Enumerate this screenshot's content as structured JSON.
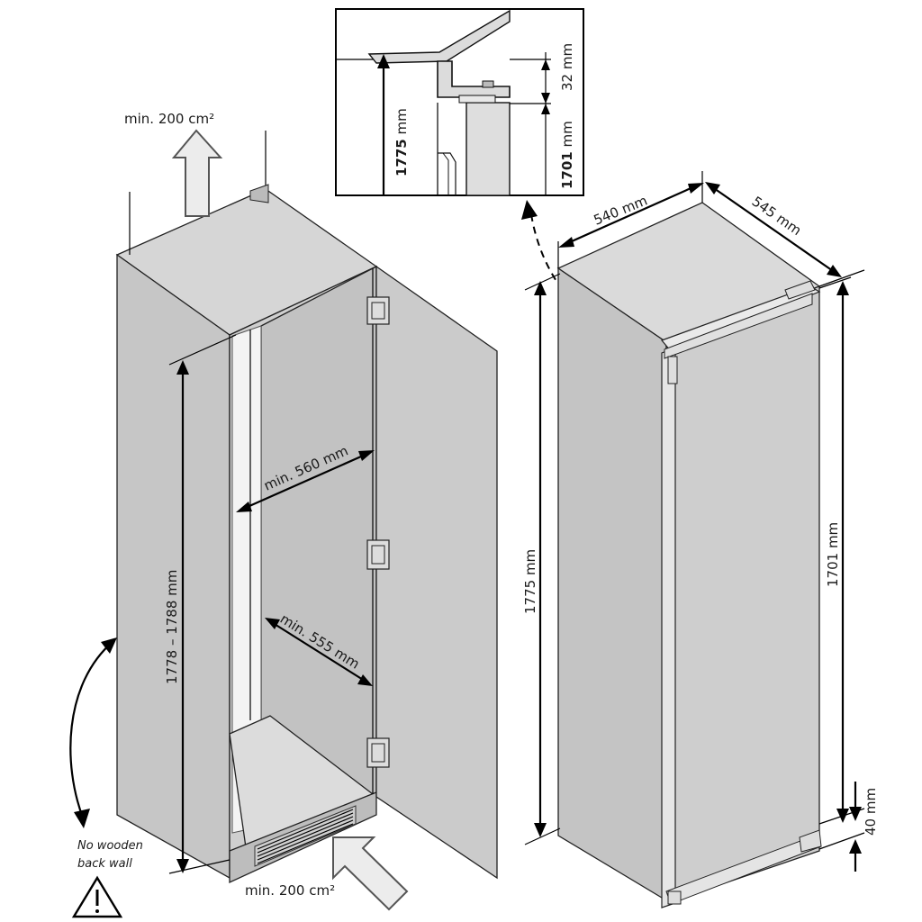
{
  "labels": {
    "vent_top": "min. 200 cm²",
    "vent_bottom": "min. 200 cm²",
    "niche_height": "1778 – 1788 mm",
    "niche_width": "min. 560 mm",
    "niche_depth": "min. 555 mm",
    "back_wall_note_line1": "No wooden",
    "back_wall_note_line2": "back wall",
    "appliance_width": "540 mm",
    "appliance_depth": "545 mm",
    "appliance_total_height": "1775 mm",
    "appliance_body_height": "1701 mm",
    "plinth_height": "40 mm",
    "detail_total_height_value": "1775",
    "detail_total_height_unit": " mm",
    "detail_body_height_value": "1701",
    "detail_body_height_unit": " mm",
    "detail_gap": "32 mm"
  },
  "icons": {
    "warning": "warning-triangle-icon",
    "airflow": "outline-arrow-icon"
  },
  "colors": {
    "panel_front": "#c9c9c9",
    "panel_side": "#b9b9b9",
    "panel_top": "#d9d9d9",
    "interior": "#e2e2e2",
    "line": "#000000"
  }
}
